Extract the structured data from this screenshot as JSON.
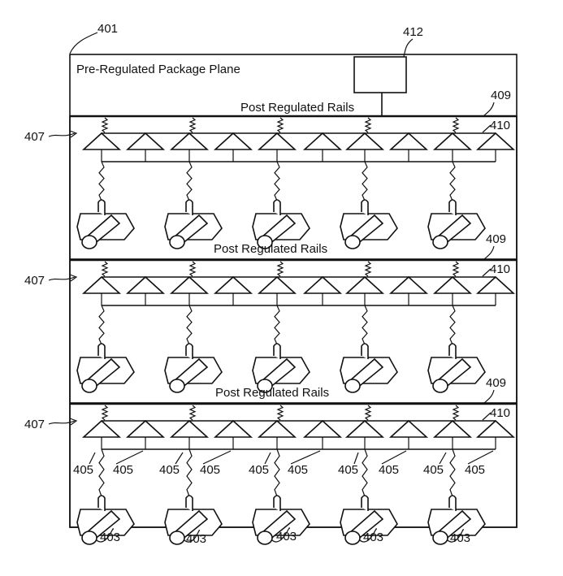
{
  "outer": {
    "ref": "401",
    "title": "Pre-Regulated Package Plane"
  },
  "regulator_block": {
    "ref": "412"
  },
  "sections": [
    {
      "rails_label": "Post Regulated Rails",
      "rail_ref": "409",
      "distribution_ref": "410",
      "section_ref": "407"
    },
    {
      "rails_label": "Post Regulated Rails",
      "rail_ref": "409",
      "distribution_ref": "410",
      "section_ref": "407"
    },
    {
      "rails_label": "Post Regulated Rails",
      "rail_ref": "409",
      "distribution_ref": "410",
      "section_ref": "407"
    }
  ],
  "bottom_refs": {
    "inductor_ref": "405",
    "device_ref": "403"
  }
}
